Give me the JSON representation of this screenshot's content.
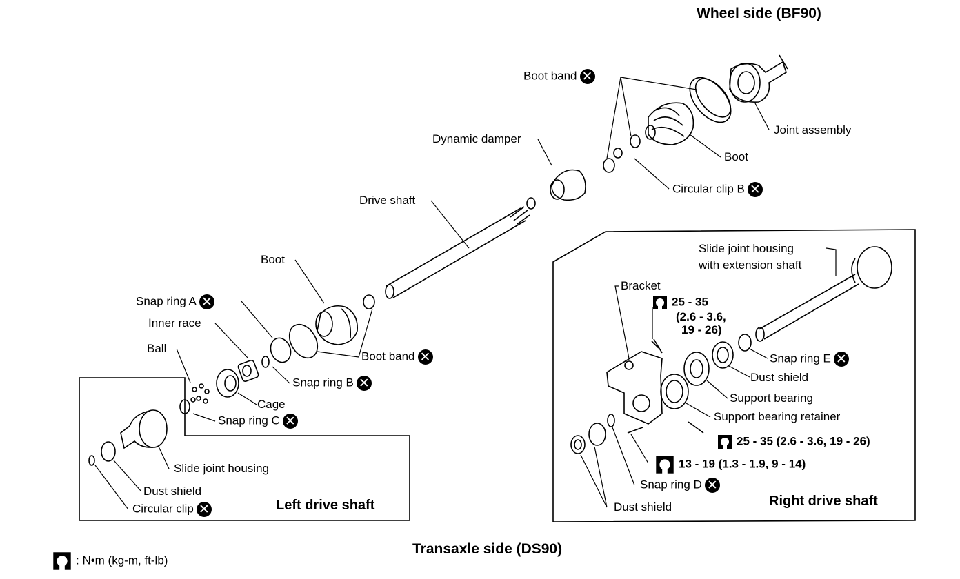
{
  "titles": {
    "wheel_side": "Wheel side (BF90)",
    "transaxle_side": "Transaxle side (DS90)",
    "left_drive_shaft": "Left drive shaft",
    "right_drive_shaft": "Right drive shaft"
  },
  "legend": {
    "torque_unit": ": N•m (kg-m, ft-lb)"
  },
  "labels": {
    "boot_band_top": "Boot band",
    "joint_assembly": "Joint assembly",
    "dynamic_damper": "Dynamic damper",
    "boot_top": "Boot",
    "circular_clip_b": "Circular clip B",
    "drive_shaft": "Drive shaft",
    "boot_left": "Boot",
    "snap_ring_a": "Snap ring A",
    "inner_race": "Inner race",
    "ball": "Ball",
    "boot_band_mid": "Boot band",
    "snap_ring_b": "Snap ring B",
    "cage": "Cage",
    "snap_ring_c": "Snap ring C",
    "slide_joint_housing_left": "Slide joint housing",
    "dust_shield_left": "Dust shield",
    "circular_clip": "Circular clip",
    "slide_joint_housing_ext_1": "Slide joint housing",
    "slide_joint_housing_ext_2": "with extension shaft",
    "bracket": "Bracket",
    "torque_bracket_1": "25 - 35",
    "torque_bracket_2": "(2.6 - 3.6,",
    "torque_bracket_3": "19 - 26)",
    "snap_ring_e": "Snap ring E",
    "dust_shield_right": "Dust shield",
    "support_bearing": "Support bearing",
    "support_bearing_retainer": "Support bearing retainer",
    "torque_retainer": "25 - 35 (2.6 - 3.6, 19 - 26)",
    "torque_bolt": "13 - 19 (1.3 - 1.9, 9 - 14)",
    "snap_ring_d": "Snap ring D",
    "dust_shield_bottom": "Dust shield"
  },
  "replace_mark": "✕"
}
